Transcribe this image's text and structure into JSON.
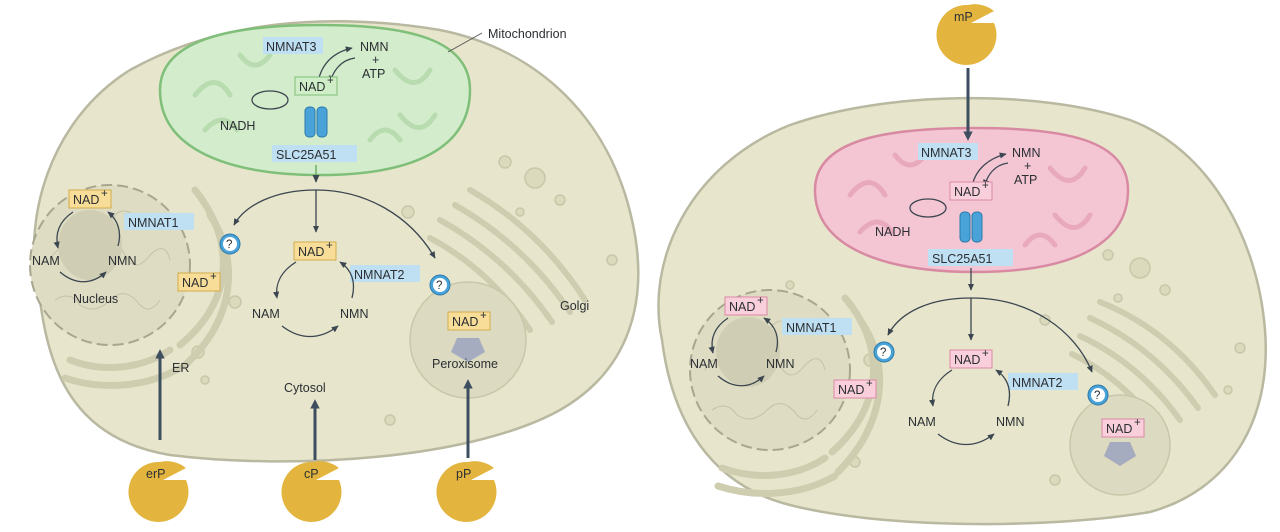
{
  "labels": {
    "mitochondrion": "Mitochondrion",
    "golgi": "Golgi",
    "nucleus": "Nucleus",
    "er": "ER",
    "cytosol": "Cytosol",
    "peroxisome": "Peroxisome",
    "nmnat3": "NMNAT3",
    "nmnat1": "NMNAT1",
    "nmnat2": "NMNAT2",
    "slc25a51": "SLC25A51",
    "nad": "NAD",
    "nad_plus": "+",
    "nadh": "NADH",
    "nmn": "NMN",
    "nam": "NAM",
    "plus": "+",
    "atp": "ATP",
    "unknown_transporter": "?"
  },
  "probes": {
    "er": "erP",
    "cytosol": "cP",
    "peroxisome": "pP",
    "mito": "mP"
  },
  "colors": {
    "cell_fill": "#e7e6cc",
    "cell_stroke": "#b9b8a0",
    "mito_green_fill": "#d3eccc",
    "mito_green_stroke": "#7fbf79",
    "mito_pink_fill": "#f4c6d4",
    "mito_pink_stroke": "#d98aa3",
    "nad_box_yellow": "#f8dd98",
    "nad_box_green": "#cfeec7",
    "nad_box_pink": "#f9cfdc",
    "enzyme_box": "#bfe0f3",
    "probe_yellow": "#e3b53e",
    "transporter_blue": "#4aa3d8",
    "arrow_dark": "#3d4e60"
  }
}
